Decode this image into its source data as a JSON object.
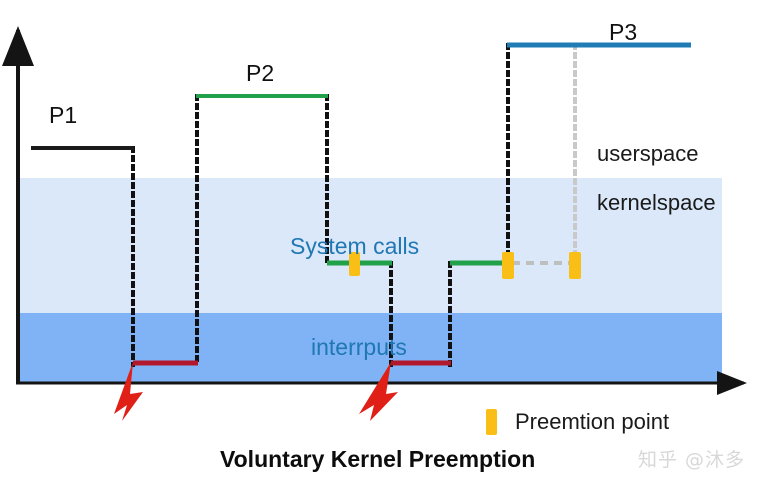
{
  "title": "Voluntary Kernel Preemption",
  "watermark": "知乎 @沐多",
  "colors": {
    "userspace_band": "#ffffff",
    "kernelspace_band": "#dbe8f9",
    "interrupt_band": "#7fb3f5",
    "axis": "#141414",
    "p1_line": "#1a1a1a",
    "p2_line": "#22a14b",
    "p3_line": "#1f7cb4",
    "syscall_line": "#22a14b",
    "interrupt_line": "#b2182b",
    "preemption_marker": "#f9bf16",
    "dotted_black": "#111111",
    "dotted_gray": "#c9c9c9",
    "arrow_red": "#e01f17",
    "text_blue": "#1f77b4"
  },
  "labels": {
    "p1": "P1",
    "p2": "P2",
    "p3": "P3",
    "userspace": "userspace",
    "kernelspace": "kernelspace",
    "system_calls": "System calls",
    "interrupts": "interrputs"
  },
  "legend": {
    "marker_label": "Preemtion point"
  },
  "chart_data": {
    "type": "line",
    "title": "Voluntary Kernel Preemption",
    "xlabel": "",
    "ylabel": "",
    "grid": false,
    "bands": [
      {
        "name": "userspace",
        "y_top": 0,
        "y_bottom": 178,
        "color": "#ffffff"
      },
      {
        "name": "kernelspace",
        "y_top": 178,
        "y_bottom": 313,
        "color": "#dbe8f9"
      },
      {
        "name": "interrupts",
        "y_top": 313,
        "y_bottom": 383,
        "color": "#7fb3f5"
      }
    ],
    "series": [
      {
        "name": "P1",
        "color": "#1a1a1a",
        "level": "userspace",
        "x_start": 31,
        "x_end": 133,
        "y": 148
      },
      {
        "name": "P2",
        "color": "#22a14b",
        "level": "userspace",
        "x_start": 197,
        "x_end": 327,
        "y": 96
      },
      {
        "name": "P3",
        "color": "#1f7cb4",
        "level": "userspace",
        "x_start": 508,
        "x_end": 691,
        "y": 45
      },
      {
        "name": "syscall-1",
        "color": "#22a14b",
        "level": "kernelspace",
        "x_start": 327,
        "x_end": 391,
        "y": 263
      },
      {
        "name": "syscall-2",
        "color": "#22a14b",
        "level": "kernelspace",
        "x_start": 450,
        "x_end": 508,
        "y": 263
      },
      {
        "name": "interrupt-1",
        "color": "#b2182b",
        "level": "interrupts",
        "x_start": 133,
        "x_end": 197,
        "y": 363
      },
      {
        "name": "interrupt-2",
        "color": "#b2182b",
        "level": "interrupts",
        "x_start": 391,
        "x_end": 450,
        "y": 363
      }
    ],
    "preemption_points": [
      355,
      508,
      575
    ],
    "interrupt_arrows": [
      133,
      391
    ],
    "axis_x_end": 750,
    "axis_y_top": 24,
    "axis_origin": {
      "x": 18,
      "y": 383
    }
  }
}
